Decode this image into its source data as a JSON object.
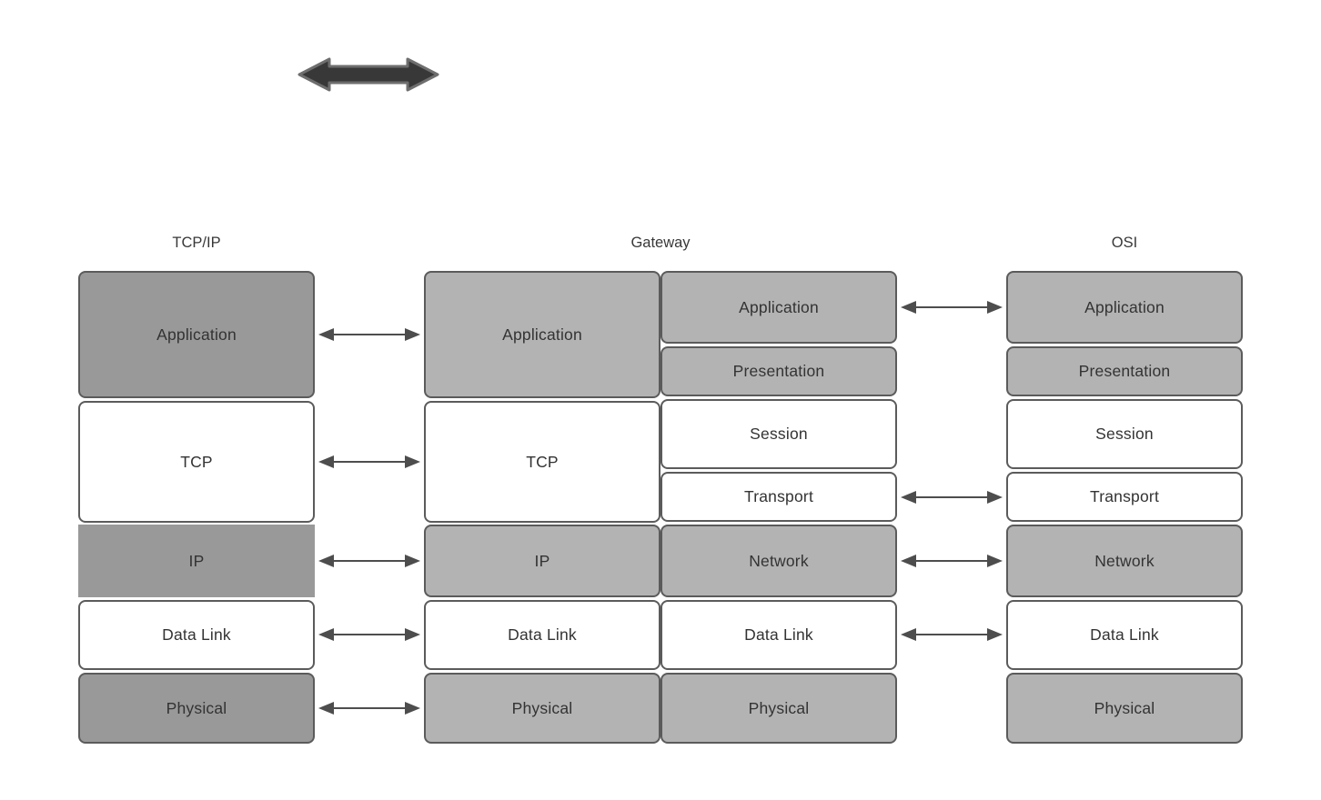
{
  "headers": {
    "tcpip": "TCP/IP",
    "gateway": "Gateway",
    "osi": "OSI"
  },
  "stacks": {
    "tcpip": {
      "rows": [
        {
          "label": "Application",
          "shade": "dark"
        },
        {
          "label": "TCP",
          "shade": "white"
        },
        {
          "label": "IP",
          "shade": "dark"
        },
        {
          "label": "Data Link",
          "shade": "white"
        },
        {
          "label": "Physical",
          "shade": "dark"
        }
      ]
    },
    "gateway_left": {
      "rows": [
        {
          "label": "Application",
          "shade": "gray"
        },
        {
          "label": "TCP",
          "shade": "white"
        },
        {
          "label": "IP",
          "shade": "gray"
        },
        {
          "label": "Data Link",
          "shade": "white"
        },
        {
          "label": "Physical",
          "shade": "gray"
        }
      ]
    },
    "gateway_right": {
      "rows": [
        {
          "label": "Application",
          "shade": "gray"
        },
        {
          "label": "Presentation",
          "shade": "gray"
        },
        {
          "label": "Session",
          "shade": "white"
        },
        {
          "label": "Transport",
          "shade": "white"
        },
        {
          "label": "Network",
          "shade": "gray"
        },
        {
          "label": "Data Link",
          "shade": "white"
        },
        {
          "label": "Physical",
          "shade": "gray"
        }
      ]
    },
    "osi": {
      "rows": [
        {
          "label": "Application",
          "shade": "gray"
        },
        {
          "label": "Presentation",
          "shade": "gray"
        },
        {
          "label": "Session",
          "shade": "white"
        },
        {
          "label": "Transport",
          "shade": "white"
        },
        {
          "label": "Network",
          "shade": "gray"
        },
        {
          "label": "Data Link",
          "shade": "white"
        },
        {
          "label": "Physical",
          "shade": "gray"
        }
      ]
    }
  },
  "connectors": {
    "left_gap_levels": [
      "Application",
      "TCP",
      "IP",
      "Data Link",
      "Physical"
    ],
    "right_gap_levels": [
      "Application",
      "Transport",
      "Network",
      "Data Link"
    ]
  },
  "colors": {
    "tcpip_shaded_fill": "#999999",
    "osi_shaded_fill": "#b3b3b3",
    "box_border": "#5b5b5b",
    "connector_arrow": "#4d4d4d",
    "thick_arrow_fill": "#383838",
    "thick_arrow_stroke": "#6e6e6e",
    "label_text": "#333333"
  }
}
